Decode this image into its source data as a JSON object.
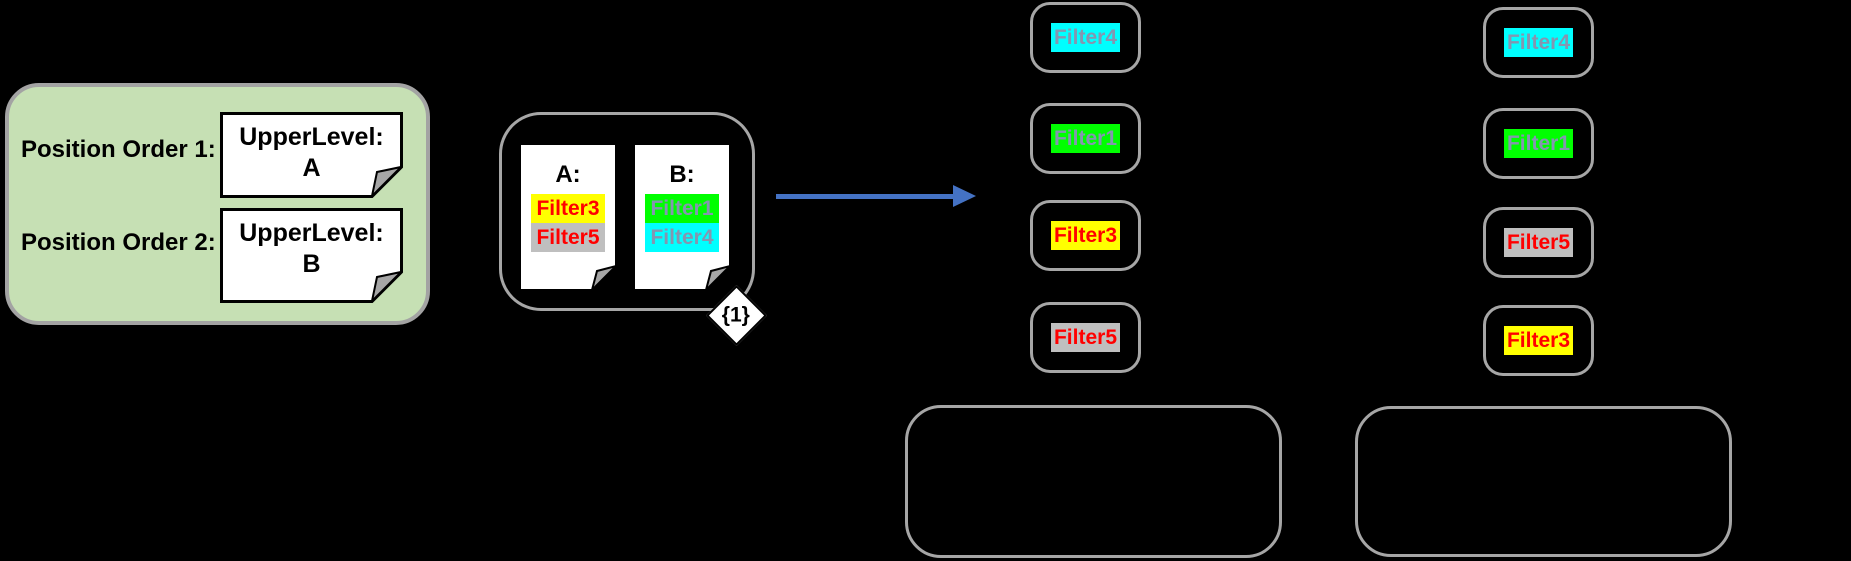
{
  "colors": {
    "panel_green": "#C6E0B4",
    "box_border": "#A6A6A6",
    "arrow_blue": "#4472C4",
    "note_fill": "#FFFFFF"
  },
  "legend_panel": {
    "rows": [
      {
        "label": "Position Order 1:",
        "note_line1": "UpperLevel:",
        "note_line2": "A"
      },
      {
        "label": "Position Order 2:",
        "note_line1": "UpperLevel:",
        "note_line2": "B"
      }
    ]
  },
  "source_box": {
    "badge": "{1}",
    "notes": [
      {
        "title": "A:",
        "filters": [
          {
            "label": "Filter3",
            "bg": "#FFFF00",
            "fg": "#FF0000"
          },
          {
            "label": "Filter5",
            "bg": "#BFBFBF",
            "fg": "#FF0000"
          }
        ]
      },
      {
        "title": "B:",
        "filters": [
          {
            "label": "Filter1",
            "bg": "#00FF00",
            "fg": "#8496B0"
          },
          {
            "label": "Filter4",
            "bg": "#00FFFF",
            "fg": "#8496B0"
          }
        ]
      }
    ]
  },
  "result_columns": [
    {
      "items": [
        {
          "label": "Filter4",
          "bg": "#00FFFF",
          "fg": "#8496B0"
        },
        {
          "label": "Filter1",
          "bg": "#00FF00",
          "fg": "#8496B0"
        },
        {
          "label": "Filter3",
          "bg": "#FFFF00",
          "fg": "#FF0000"
        },
        {
          "label": "Filter5",
          "bg": "#BFBFBF",
          "fg": "#FF0000"
        }
      ]
    },
    {
      "items": [
        {
          "label": "Filter4",
          "bg": "#00FFFF",
          "fg": "#8496B0"
        },
        {
          "label": "Filter1",
          "bg": "#00FF00",
          "fg": "#8496B0"
        },
        {
          "label": "Filter5",
          "bg": "#BFBFBF",
          "fg": "#FF0000"
        },
        {
          "label": "Filter3",
          "bg": "#FFFF00",
          "fg": "#FF0000"
        }
      ]
    }
  ]
}
